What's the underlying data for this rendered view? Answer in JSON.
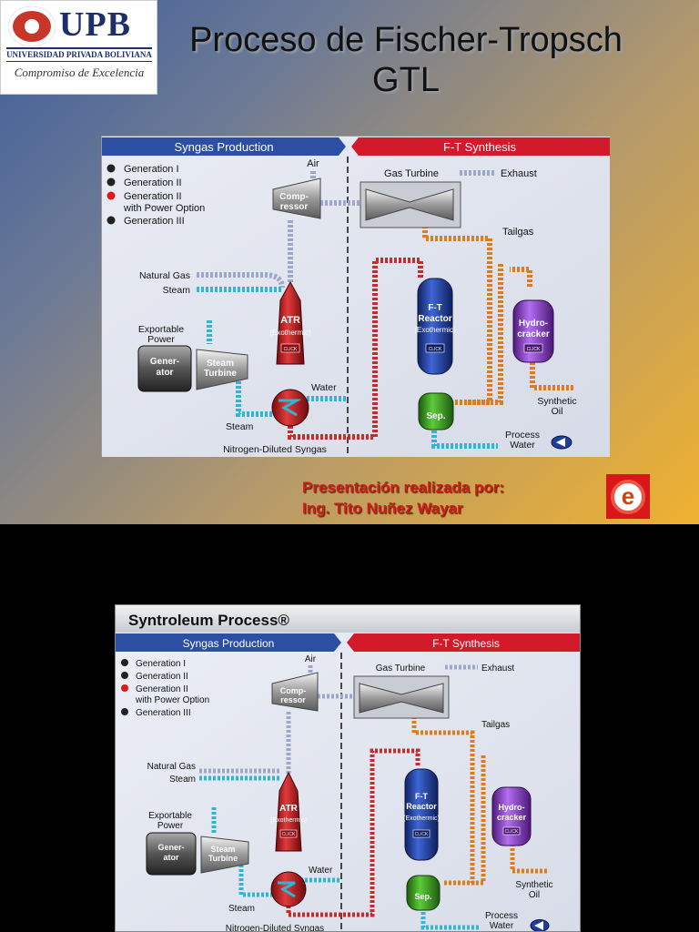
{
  "slide": {
    "title_line1": "Proceso de Fischer-Tropsch",
    "title_line2": "GTL",
    "presented_by": "Presentación realizada por:",
    "author": "Ing. Tito Nuñez Wayar",
    "nav_button_letter": "e"
  },
  "logo": {
    "brand": "UPB",
    "name": "UNIVERSIDAD PRIVADA BOLIVIANA",
    "motto": "Compromiso de Excelencia"
  },
  "diagram": {
    "process_title": "Syntroleum Process®",
    "sections": {
      "left": "Syngas Production",
      "right": "F-T Synthesis"
    },
    "generations": [
      {
        "label": "Generation I",
        "state": "inactive"
      },
      {
        "label": "Generation II",
        "state": "inactive"
      },
      {
        "label": "Generation II",
        "label2": "with Power Option",
        "state": "active"
      },
      {
        "label": "Generation III",
        "state": "inactive"
      }
    ],
    "labels": {
      "air": "Air",
      "compressor_1": "Comp-",
      "compressor_2": "ressor",
      "natural_gas": "Natural Gas",
      "steam_in": "Steam",
      "exportable_1": "Exportable",
      "exportable_2": "Power",
      "generator_1": "Gener-",
      "generator_2": "ator",
      "steam_turbine_1": "Steam",
      "steam_turbine_2": "Turbine",
      "atr": "ATR",
      "atr_sub": "(Exothermic)",
      "click": "CLICK",
      "water": "Water",
      "steam_out": "Steam",
      "syngas": "Nitrogen-Diluted Syngas",
      "gas_turbine": "Gas Turbine",
      "exhaust": "Exhaust",
      "tailgas": "Tailgas",
      "ft_1": "F-T",
      "ft_2": "Reactor",
      "ft_sub": "(Exothermic)",
      "hydro_1": "Hydro-",
      "hydro_2": "cracker",
      "synthetic_1": "Synthetic",
      "synthetic_2": "Oil",
      "sep": "Sep.",
      "process_1": "Process",
      "process_2": "Water"
    },
    "colors": {
      "syngas_header": "#2d4fa3",
      "ft_header": "#d21a2a",
      "atr": "#c4141b",
      "ft_reactor": "#1d3fa0",
      "hydrocracker": "#8a3fbf",
      "separator": "#3d9a22",
      "steam_pipe": "#2fb6d6",
      "syngas_pipe": "#c92a2a",
      "tailgas_pipe": "#e07b1a",
      "air_pipe": "#9fa7c9"
    }
  }
}
